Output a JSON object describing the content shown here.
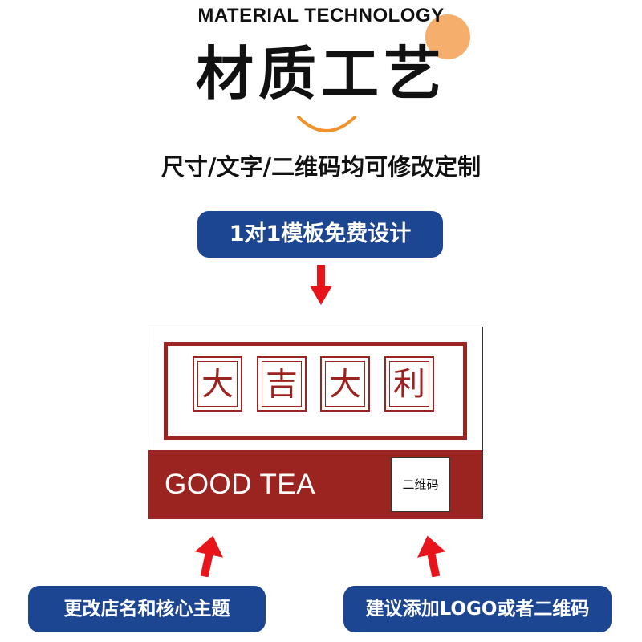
{
  "header": {
    "english_title": "MATERIAL TECHNOLOGY",
    "chinese_title": "材质工艺",
    "subtitle": "尺寸/文字/二维码均可修改定制"
  },
  "badges": {
    "top": "1对1模板免费设计",
    "bottom_left": "更改店名和核心主题",
    "bottom_right": "建议添加LOGO或者二维码"
  },
  "sign": {
    "characters": [
      "大",
      "吉",
      "大",
      "利"
    ],
    "brand_text": "GOOD TEA",
    "qr_placeholder": "二维码"
  },
  "colors": {
    "accent_orange": "#f6ae6c",
    "badge_blue": "#1c4592",
    "sign_red": "#9b2320",
    "arrow_red": "#e8141b"
  },
  "icons": {
    "decor": "orange-circle",
    "smile": "smile-curve-icon",
    "arrows": [
      "arrow-down-icon",
      "arrow-up-icon",
      "arrow-up-icon"
    ]
  }
}
